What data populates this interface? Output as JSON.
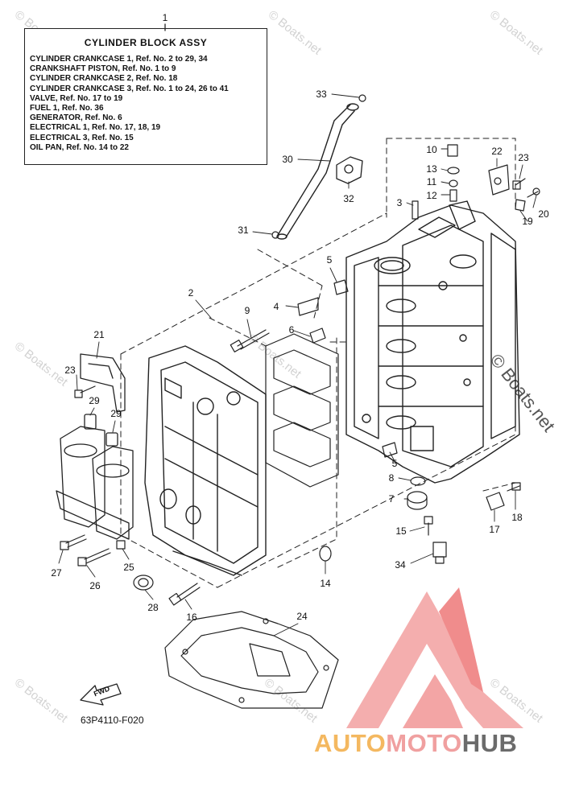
{
  "assy_box": {
    "title": "CYLINDER BLOCK ASSY",
    "callout": "1",
    "lines": [
      "CYLINDER CRANKCASE 1,  Ref. No. 2 to 29, 34",
      "CRANKSHAFT PISTON,  Ref. No. 1 to 9",
      "CYLINDER CRANKCASE 2,  Ref. No. 18",
      "CYLINDER CRANKCASE 3,  Ref. No. 1 to 24, 26 to 41",
      "VALVE,  Ref. No. 17 to 19",
      "FUEL 1,  Ref. No. 36",
      "GENERATOR,    Ref. No. 6",
      "ELECTRICAL 1, Ref. No. 17, 18, 19",
      "ELECTRICAL 3, Ref. No. 15",
      "OIL PAN, Ref. No. 14 to 22"
    ]
  },
  "callouts": {
    "c2": "2",
    "c3": "3",
    "c4": "4",
    "c5a": "5",
    "c5b": "5",
    "c6": "6",
    "c7": "7",
    "c8": "8",
    "c9": "9",
    "c10": "10",
    "c11": "11",
    "c12": "12",
    "c13": "13",
    "c14": "14",
    "c15": "15",
    "c16": "16",
    "c17": "17",
    "c18": "18",
    "c19": "19",
    "c20": "20",
    "c21": "21",
    "c22": "22",
    "c23a": "23",
    "c23b": "23",
    "c24": "24",
    "c25": "25",
    "c26": "26",
    "c27": "27",
    "c28": "28",
    "c29a": "29",
    "c29b": "29",
    "c30": "30",
    "c31": "31",
    "c32": "32",
    "c33": "33",
    "c34": "34"
  },
  "fwd_label": "FWD",
  "diagram_code": "63P4110-F020",
  "watermark": "© Boats.net",
  "logo": {
    "part1": "AUTO",
    "part2": "MOTO",
    "part3": "HUB"
  },
  "colors": {
    "logo_red": "#f08c8c",
    "logo_orange": "#f4b860",
    "logo_gray": "#6b6b6b",
    "line": "#222222"
  }
}
